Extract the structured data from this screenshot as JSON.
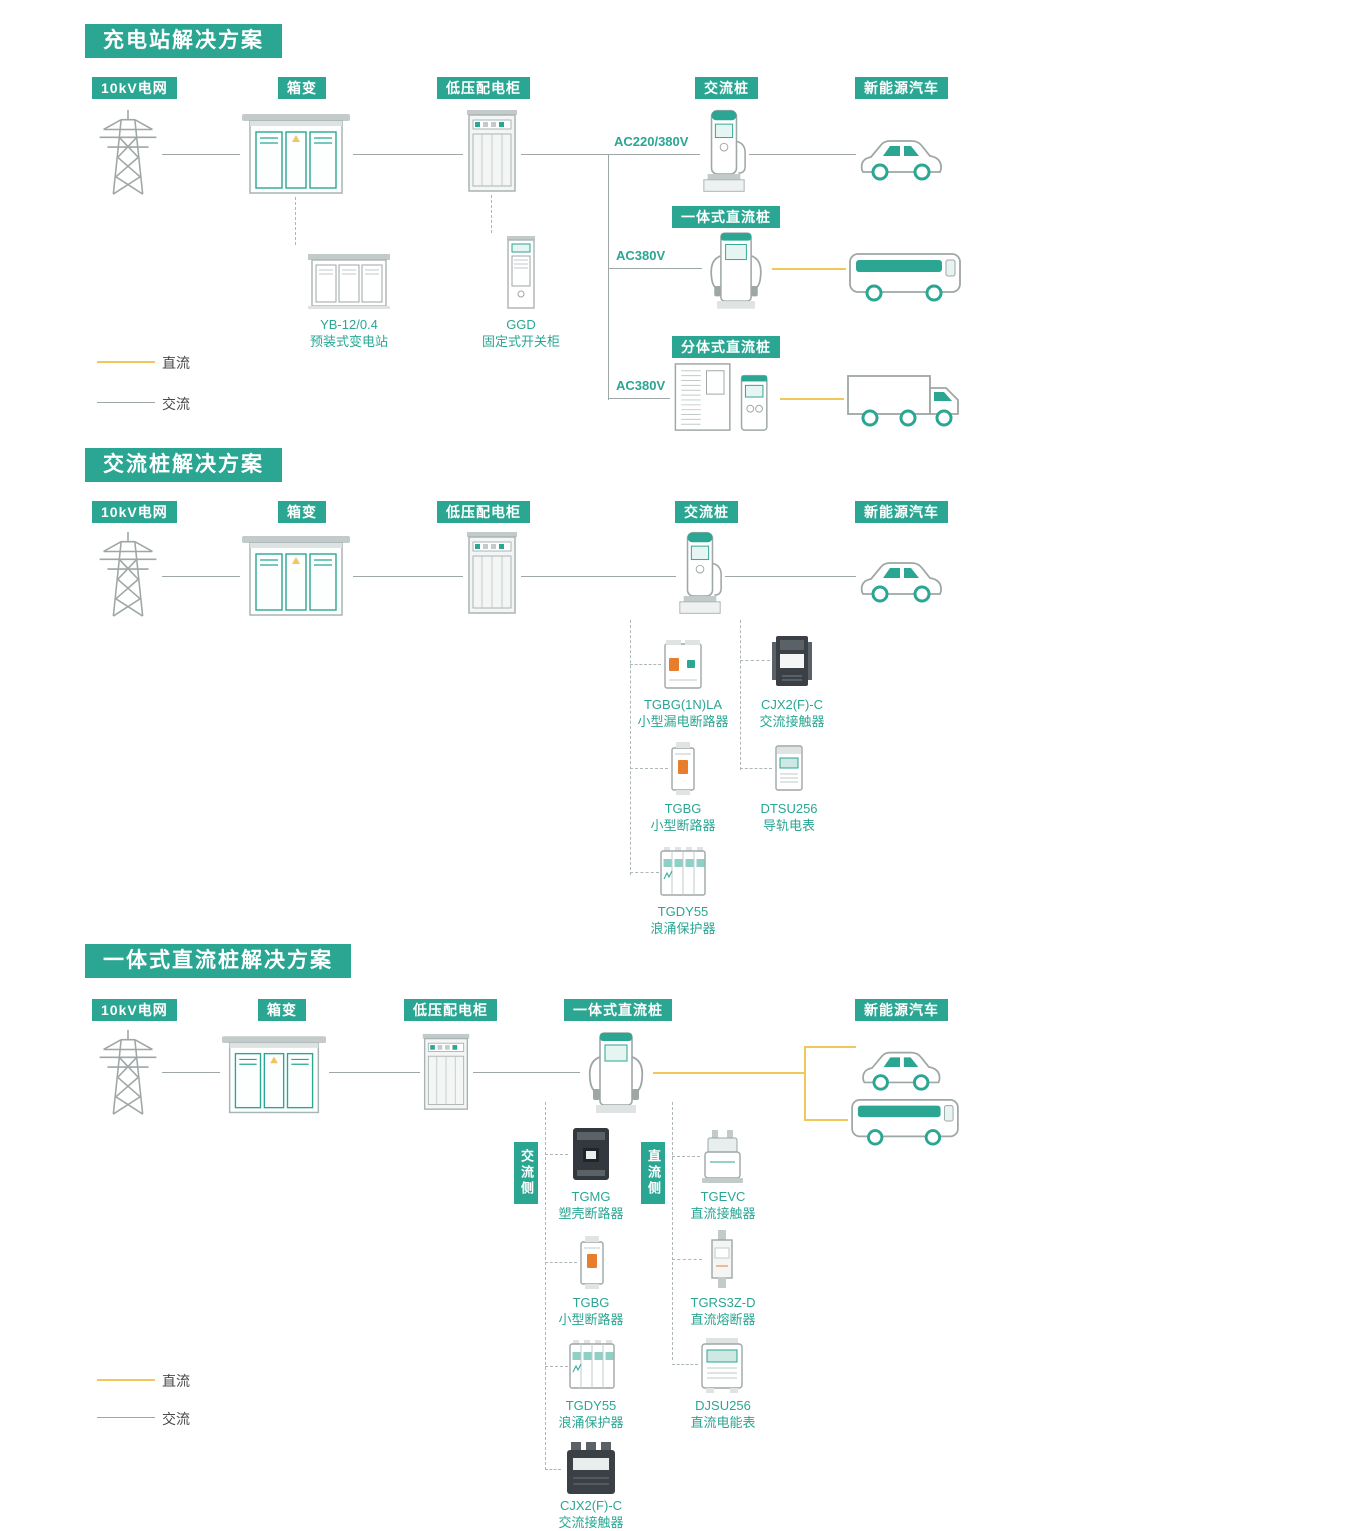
{
  "colors": {
    "teal": "#2AA693",
    "dc_yellow": "#F1C75B",
    "ac_gray": "#9EA6A6"
  },
  "legend": {
    "dc": "直流",
    "ac": "交流"
  },
  "s1": {
    "title": "充电站解决方案",
    "badge_grid": "10kV电网",
    "badge_transformer": "箱变",
    "badge_lv_cabinet": "低压配电柜",
    "badge_ac_pile": "交流桩",
    "badge_ev": "新能源汽车",
    "badge_dc_pile": "一体式直流桩",
    "badge_split_pile": "分体式直流桩",
    "line_ac220_380": "AC220/380V",
    "line_ac380_a": "AC380V",
    "line_ac380_b": "AC380V",
    "cap_yb_name": "YB-12/0.4",
    "cap_yb_desc": "预装式变电站",
    "cap_ggd_name": "GGD",
    "cap_ggd_desc": "固定式开关柜"
  },
  "s2": {
    "title": "交流桩解决方案",
    "badge_grid": "10kV电网",
    "badge_transformer": "箱变",
    "badge_lv_cabinet": "低压配电柜",
    "badge_ac_pile": "交流桩",
    "badge_ev": "新能源汽车",
    "comp_rcbo_name": "TGBG(1N)LA",
    "comp_rcbo_desc": "小型漏电断路器",
    "comp_cjx2_name": "CJX2(F)-C",
    "comp_cjx2_desc": "交流接触器",
    "comp_mcb_name": "TGBG",
    "comp_mcb_desc": "小型断路器",
    "comp_meter_name": "DTSU256",
    "comp_meter_desc": "导轨电表",
    "comp_spd_name": "TGDY55",
    "comp_spd_desc": "浪涌保护器"
  },
  "s3": {
    "title": "一体式直流桩解决方案",
    "badge_grid": "10kV电网",
    "badge_transformer": "箱变",
    "badge_lv_cabinet": "低压配电柜",
    "badge_dc_pile": "一体式直流桩",
    "badge_ev": "新能源汽车",
    "side_ac": "交流侧",
    "side_dc": "直流侧",
    "comp_mccb_name": "TGMG",
    "comp_mccb_desc": "塑壳断路器",
    "comp_mcb_name": "TGBG",
    "comp_mcb_desc": "小型断路器",
    "comp_spd_name": "TGDY55",
    "comp_spd_desc": "浪涌保护器",
    "comp_cjx2_name": "CJX2(F)-C",
    "comp_cjx2_desc": "交流接触器",
    "comp_tgevc_name": "TGEVC",
    "comp_tgevc_desc": "直流接触器",
    "comp_fuse_name": "TGRS3Z-D",
    "comp_fuse_desc": "直流熔断器",
    "comp_dcmeter_name": "DJSU256",
    "comp_dcmeter_desc": "直流电能表"
  }
}
